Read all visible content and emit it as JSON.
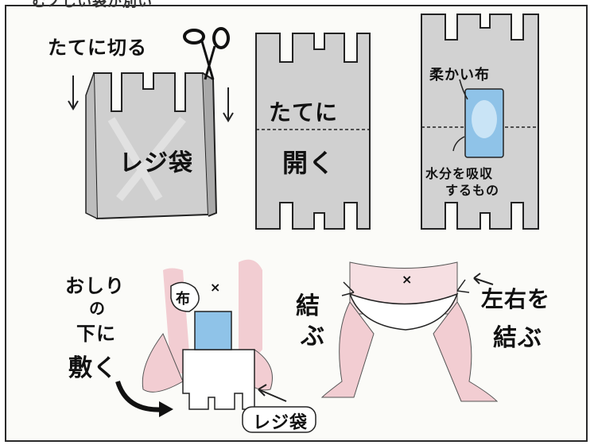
{
  "top_partial_text": "むノしい袋が別い",
  "panels": {
    "cut": {
      "instruction": "たてに切る",
      "bag_label": "レジ袋"
    },
    "open": {
      "top_text": "たてに",
      "bottom_text": "開く"
    },
    "place": {
      "cloth_label": "柔かい布",
      "absorb_line1": "水分を吸収",
      "absorb_line2": "するもの"
    },
    "lay": {
      "line1": "おしり",
      "line2": "の",
      "line3": "下に",
      "line4": "敷く",
      "cloth_label": "布",
      "mark": "×",
      "bag_label": "レジ袋"
    },
    "tie": {
      "left_line1": "結",
      "left_line2": "ぶ",
      "right_line1": "左右を",
      "right_line2": "結ぶ",
      "mark": "×"
    }
  },
  "colors": {
    "bag_gray": "#b9b9b9",
    "cloth_blue": "#8fc3e8",
    "skin_pink": "#f2cdd2",
    "ink": "#1a1a1a"
  },
  "icons": [
    "scissors-icon",
    "arrow-down-icon",
    "curved-arrow-icon",
    "arrow-left-icon"
  ]
}
